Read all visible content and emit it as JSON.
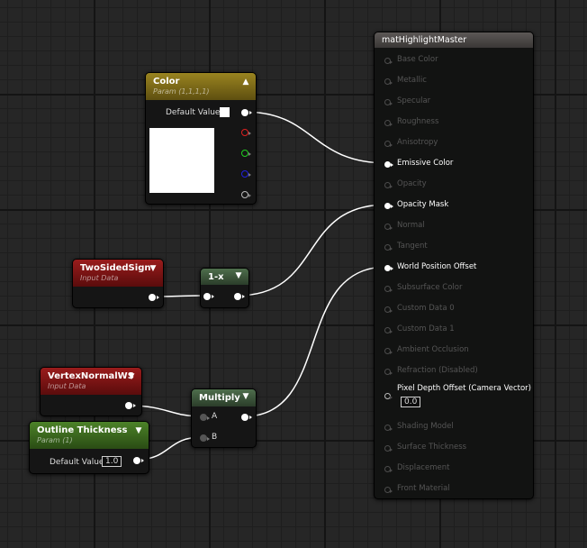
{
  "colors": {
    "color_header": "#8a7418",
    "input_header": "#7a1414",
    "param_header": "#3f6b20",
    "math_header": "#3c5a3a",
    "result_header": "#4e4a48"
  },
  "color_node": {
    "title": "Color",
    "subtitle": "Param (1,1,1,1)",
    "default_value_label": "Default Value",
    "chevron_icon": "chevron-up-icon"
  },
  "twosidedsign_node": {
    "title": "TwoSidedSign",
    "subtitle": "Input Data"
  },
  "oneminus_node": {
    "title": "1-x"
  },
  "vertexnormal_node": {
    "title": "VertexNormalWS",
    "subtitle": "Input Data"
  },
  "multiply_node": {
    "title": "Multiply",
    "input_a": "A",
    "input_b": "B"
  },
  "thickness_node": {
    "title": "Outline Thickness",
    "subtitle": "Param (1)",
    "default_value_label": "Default Value",
    "default_value": "1.0"
  },
  "material_node": {
    "title": "matHighlightMaster",
    "attributes": [
      {
        "label": "Base Color",
        "connected": false
      },
      {
        "label": "Metallic",
        "connected": false
      },
      {
        "label": "Specular",
        "connected": false
      },
      {
        "label": "Roughness",
        "connected": false
      },
      {
        "label": "Anisotropy",
        "connected": false
      },
      {
        "label": "Emissive Color",
        "connected": true
      },
      {
        "label": "Opacity",
        "connected": false
      },
      {
        "label": "Opacity Mask",
        "connected": true
      },
      {
        "label": "Normal",
        "connected": false
      },
      {
        "label": "Tangent",
        "connected": false
      },
      {
        "label": "World Position Offset",
        "connected": true
      },
      {
        "label": "Subsurface Color",
        "connected": false
      },
      {
        "label": "Custom Data 0",
        "connected": false
      },
      {
        "label": "Custom Data 1",
        "connected": false
      },
      {
        "label": "Ambient Occlusion",
        "connected": false
      },
      {
        "label": "Refraction (Disabled)",
        "connected": false
      },
      {
        "label": "Pixel Depth Offset (Camera Vector)",
        "connected": false,
        "value": "0.0"
      },
      {
        "label": "Shading Model",
        "connected": false
      },
      {
        "label": "Surface Thickness",
        "connected": false
      },
      {
        "label": "Displacement",
        "connected": false
      },
      {
        "label": "Front Material",
        "connected": false
      }
    ]
  }
}
